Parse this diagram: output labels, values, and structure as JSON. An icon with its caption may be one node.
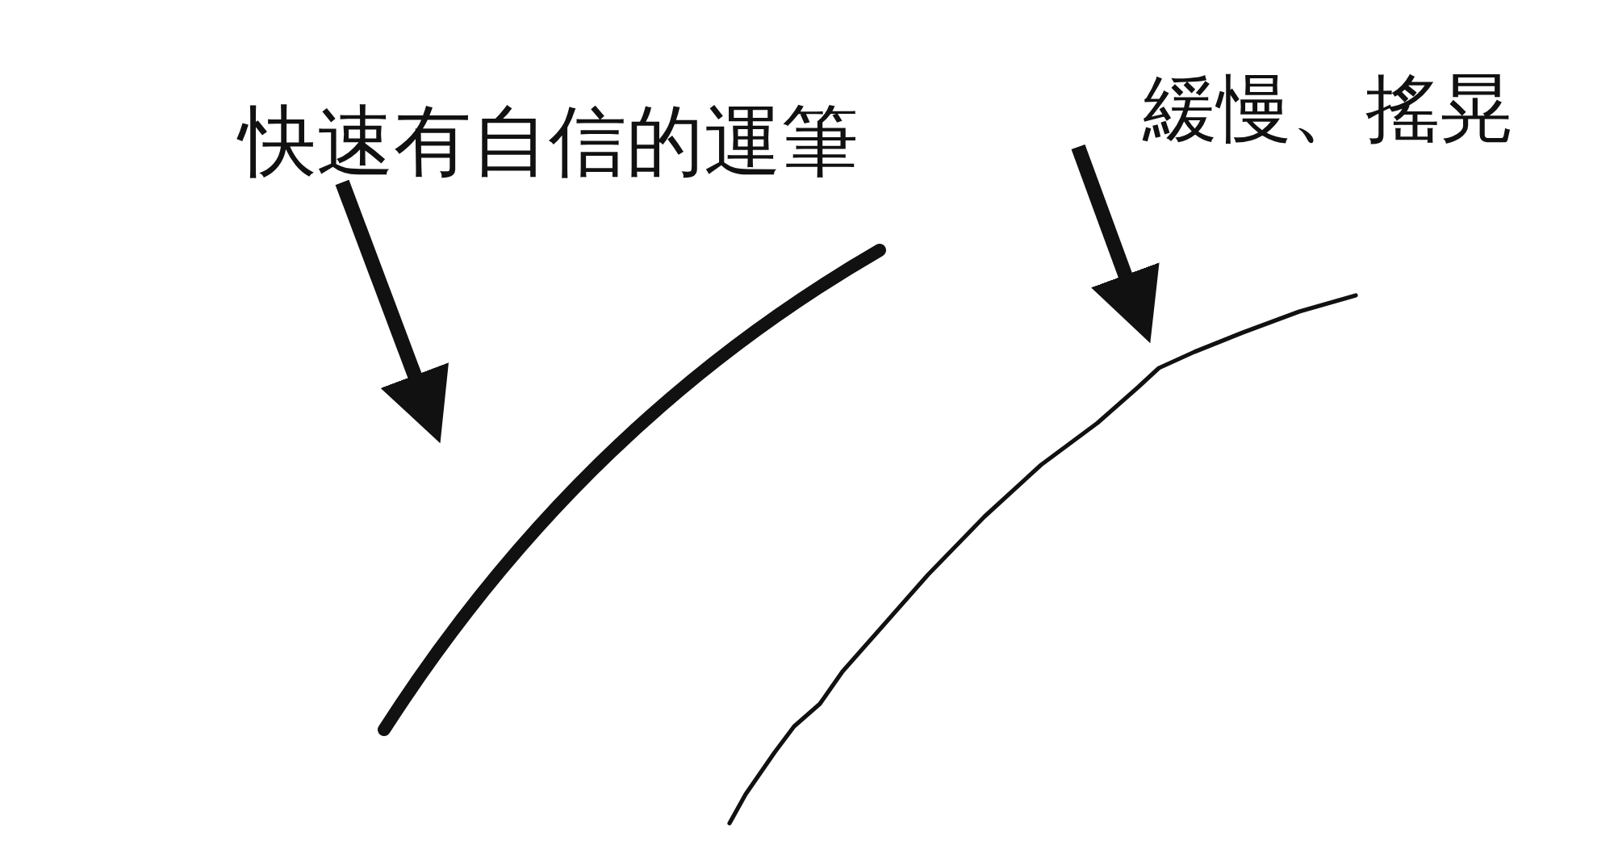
{
  "diagram": {
    "nodes": [
      {
        "text": [
          "快速有自信的運筆"
        ]
      },
      {
        "text": [],
        "shape": "picture"
      },
      {
        "text": [
          "緩慢、搖晃"
        ]
      },
      {
        "text": [],
        "shape": "picture"
      }
    ],
    "edges": [
      {
        "from": 0,
        "to": 1,
        "arrow": "to"
      },
      {
        "from": 2,
        "to": 3,
        "arrow": "to"
      }
    ]
  }
}
